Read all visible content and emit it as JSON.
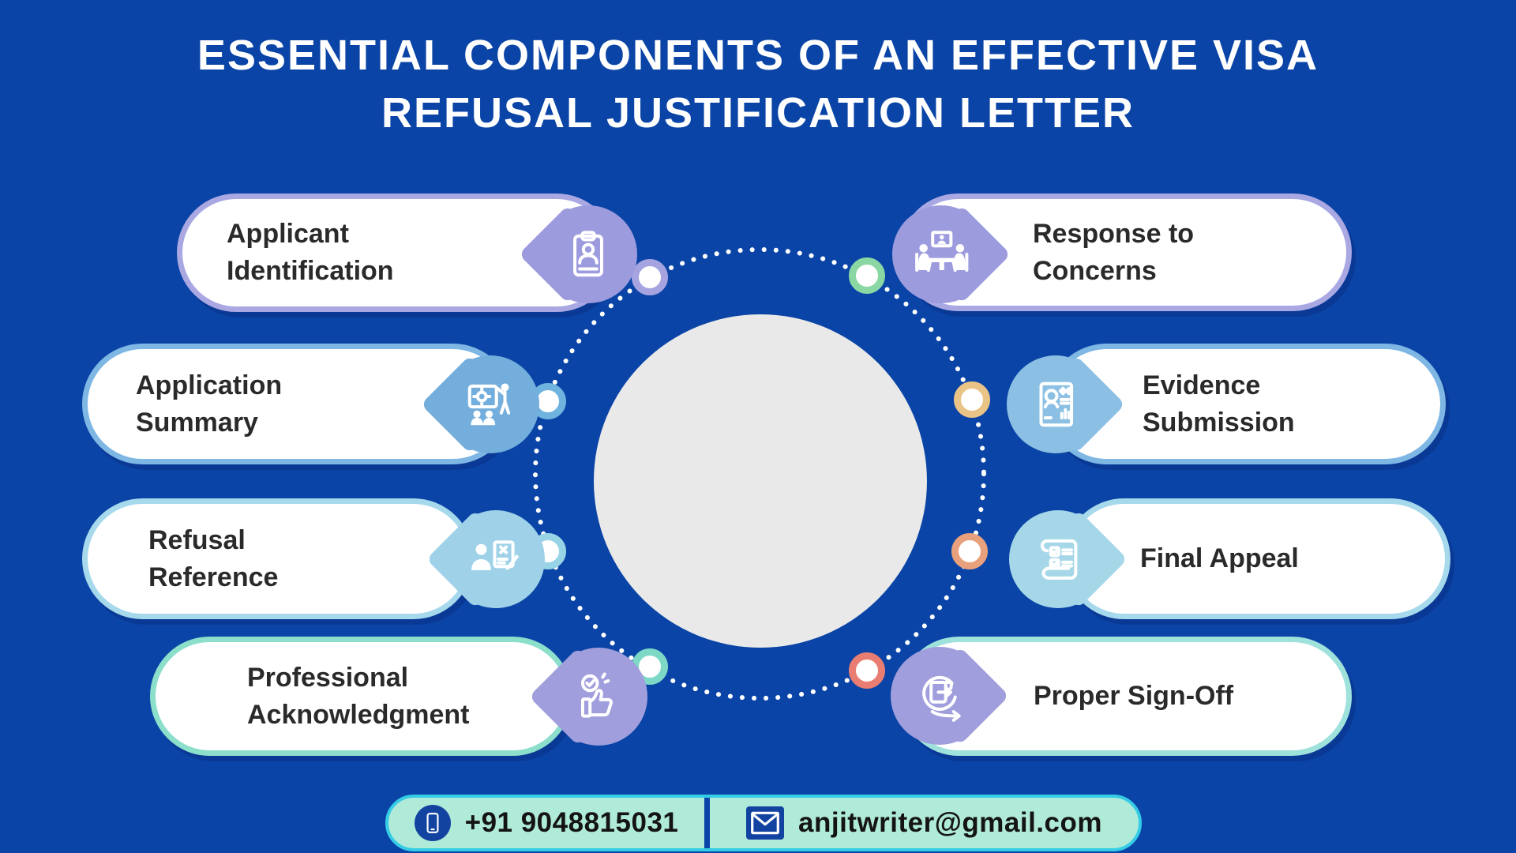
{
  "title": {
    "line1": "ESSENTIAL COMPONENTS OF AN EFFECTIVE VISA",
    "line2": "REFUSAL JUSTIFICATION LETTER"
  },
  "colors": {
    "background": "#0A44A6",
    "card_background": "#FFFFFF",
    "card_text": "#2A2A2A",
    "title_text": "#FFFFFF"
  },
  "cards": [
    {
      "label": "Applicant Identification",
      "lines": [
        "Applicant",
        "Identification"
      ],
      "border_color": "#A9A8E3",
      "pin_color": "#9C9BDE",
      "icon": "id-badge-icon"
    },
    {
      "label": "Application Summary",
      "lines": [
        "Application",
        "Summary"
      ],
      "border_color": "#7EB7E4",
      "pin_color": "#74AEDC",
      "icon": "presentation-icon"
    },
    {
      "label": "Refusal Reference",
      "lines": [
        "Refusal",
        "Reference"
      ],
      "border_color": "#A6D9EC",
      "pin_color": "#9FD2E8",
      "icon": "rejected-document-icon"
    },
    {
      "label": "Professional Acknowledgment",
      "lines": [
        "Professional",
        "Acknowledgment"
      ],
      "border_color": "#8BDFCB",
      "pin_color": "#A09EDC",
      "icon": "thumbs-up-icon"
    },
    {
      "label": "Response to Concerns",
      "lines": [
        "Response to",
        "Concerns"
      ],
      "border_color": "#A9A8E3",
      "pin_color": "#9C9BDE",
      "icon": "meeting-icon"
    },
    {
      "label": "Evidence Submission",
      "lines": [
        "Evidence",
        "Submission"
      ],
      "border_color": "#7EB7E4",
      "pin_color": "#8BC0E4",
      "icon": "resume-icon"
    },
    {
      "label": "Final Appeal",
      "lines": [
        "Final Appeal"
      ],
      "border_color": "#A6D9EC",
      "pin_color": "#A5D7E8",
      "icon": "scroll-checklist-icon"
    },
    {
      "label": "Proper Sign-Off",
      "lines": [
        "Proper Sign-Off"
      ],
      "border_color": "#9FE2DC",
      "pin_color": "#A09EDC",
      "icon": "sign-off-icon"
    }
  ],
  "center": {
    "inner_circle_color": "#E9E9E9",
    "dotted_ring_color": "#FFFFFF",
    "nodes": [
      {
        "color": "#A5A4E0"
      },
      {
        "color": "#8AD7A4"
      },
      {
        "color": "#6FB3DF"
      },
      {
        "color": "#EAC487"
      },
      {
        "color": "#97D4E6"
      },
      {
        "color": "#E8A17C"
      },
      {
        "color": "#7ED8C6"
      },
      {
        "color": "#E97D72"
      }
    ]
  },
  "contact": {
    "phone": "+91 9048815031",
    "email": "anjitwriter@gmail.com",
    "phone_icon": "smartphone-icon",
    "email_icon": "envelope-icon",
    "bar_fill": "#B0EAD8",
    "bar_border": "#35CCE6",
    "divider_color": "#0A44A6",
    "icon_color": "#1243A0"
  }
}
